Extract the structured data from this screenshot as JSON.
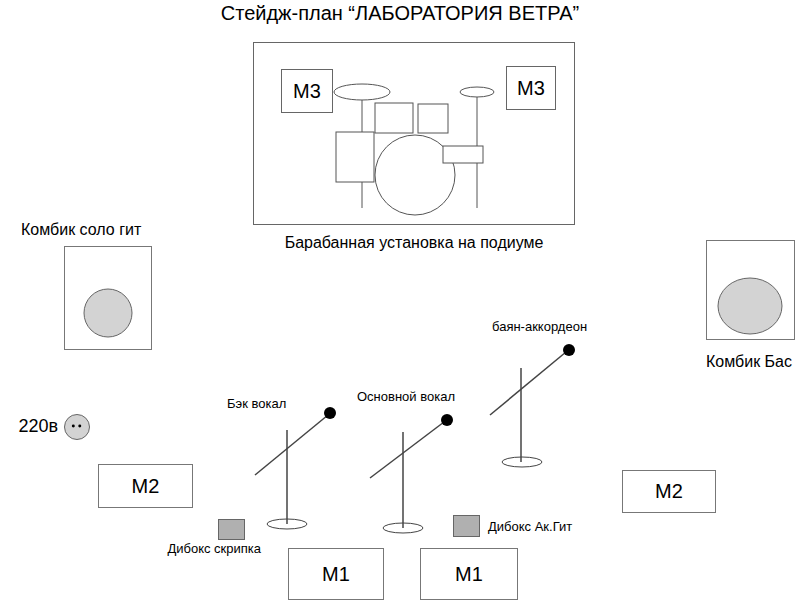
{
  "diagram": {
    "title": "Стейдж-план “ЛАБОРАТОРИЯ ВЕТРА”",
    "nodes": [
      {
        "text": [
          "Барабанная установка на подиуме"
        ]
      },
      {
        "text": [
          "M3"
        ],
        "in": 0
      },
      {
        "text": [
          "M3"
        ],
        "in": 0
      },
      {
        "text": [
          "Комбик соло гит"
        ]
      },
      {
        "text": [
          "Комбик Бас"
        ]
      },
      {
        "text": [
          "220в"
        ]
      },
      {
        "text": [
          "M2"
        ]
      },
      {
        "text": [
          "M2"
        ]
      },
      {
        "text": [
          "Дибокс скрипка"
        ]
      },
      {
        "text": [
          "Дибокс Ак.Гит"
        ]
      },
      {
        "text": [
          "M1"
        ]
      },
      {
        "text": [
          "M1"
        ]
      }
    ],
    "labels": [
      "Бэк вокал",
      "Основной вокал",
      "баян-аккордеон"
    ]
  }
}
